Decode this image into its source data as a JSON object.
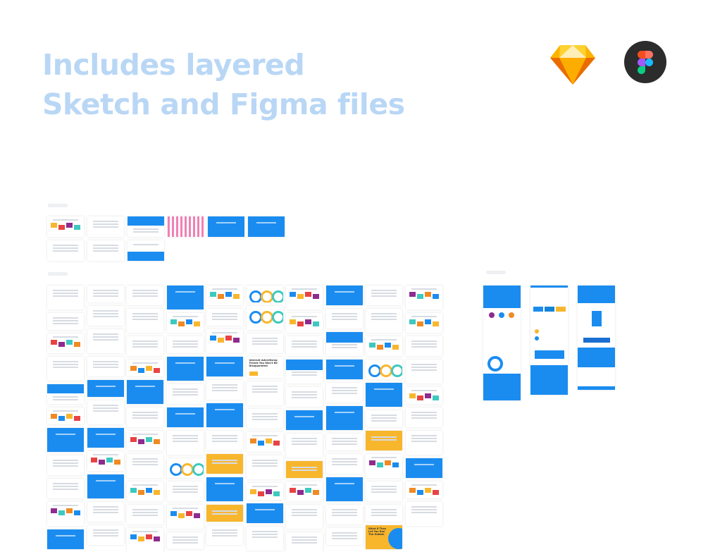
{
  "headline": {
    "line1": "Includes layered",
    "line2": "Sketch and Figma files"
  },
  "icons": [
    {
      "name": "sketch-logo-icon"
    },
    {
      "name": "figma-logo-icon"
    }
  ],
  "colors": {
    "headline": "#b9d7f5",
    "blue": "#1a8cf0",
    "yellow": "#f8b62d",
    "red": "#e84343",
    "purple": "#8e2b8e",
    "teal": "#3ec9c0",
    "pink": "#f27fb4",
    "orange": "#f08a24"
  },
  "thumbnail_text": {
    "ad_trends": "Internet Advertising Trends You Won't Be Disappointed",
    "promo": "What If They Let You Run The Hubble"
  },
  "styleguide_rows": [
    [
      "c",
      "w",
      "bh",
      "p",
      "b",
      "b"
    ],
    [
      "w",
      "w",
      "hb"
    ]
  ],
  "main_columns": [
    [
      "w",
      "w",
      "c",
      "w",
      "bh",
      "c",
      "b",
      "w",
      "w",
      "c",
      "b"
    ],
    [
      "w",
      "w",
      "w",
      "w",
      "b",
      "w",
      "b",
      "c",
      "b",
      "w",
      "w"
    ],
    [
      "w",
      "w",
      "w",
      "c",
      "b",
      "w",
      "c",
      "w",
      "c",
      "w",
      "c"
    ],
    [
      "b",
      "c",
      "w",
      "b",
      "w",
      "b",
      "w",
      "d",
      "w",
      "c",
      "w"
    ],
    [
      "c",
      "w",
      "c",
      "b",
      "w",
      "b",
      "w",
      "y",
      "b",
      "y",
      "w"
    ],
    [
      "d",
      "d",
      "w",
      "ad",
      "w",
      "w",
      "c",
      "w",
      "c",
      "b",
      "w"
    ],
    [
      "c",
      "c",
      "w",
      "bh",
      "w",
      "b",
      "w",
      "y",
      "c",
      "w",
      "w"
    ],
    [
      "b",
      "w",
      "bh",
      "b",
      "w",
      "b",
      "w",
      "w",
      "b",
      "w",
      "w"
    ],
    [
      "w",
      "w",
      "c",
      "d",
      "b",
      "w",
      "y",
      "c",
      "w",
      "w",
      "promo"
    ],
    [
      "c",
      "c",
      "w",
      "w",
      "c",
      "w",
      "w",
      "b",
      "c",
      "w"
    ]
  ]
}
